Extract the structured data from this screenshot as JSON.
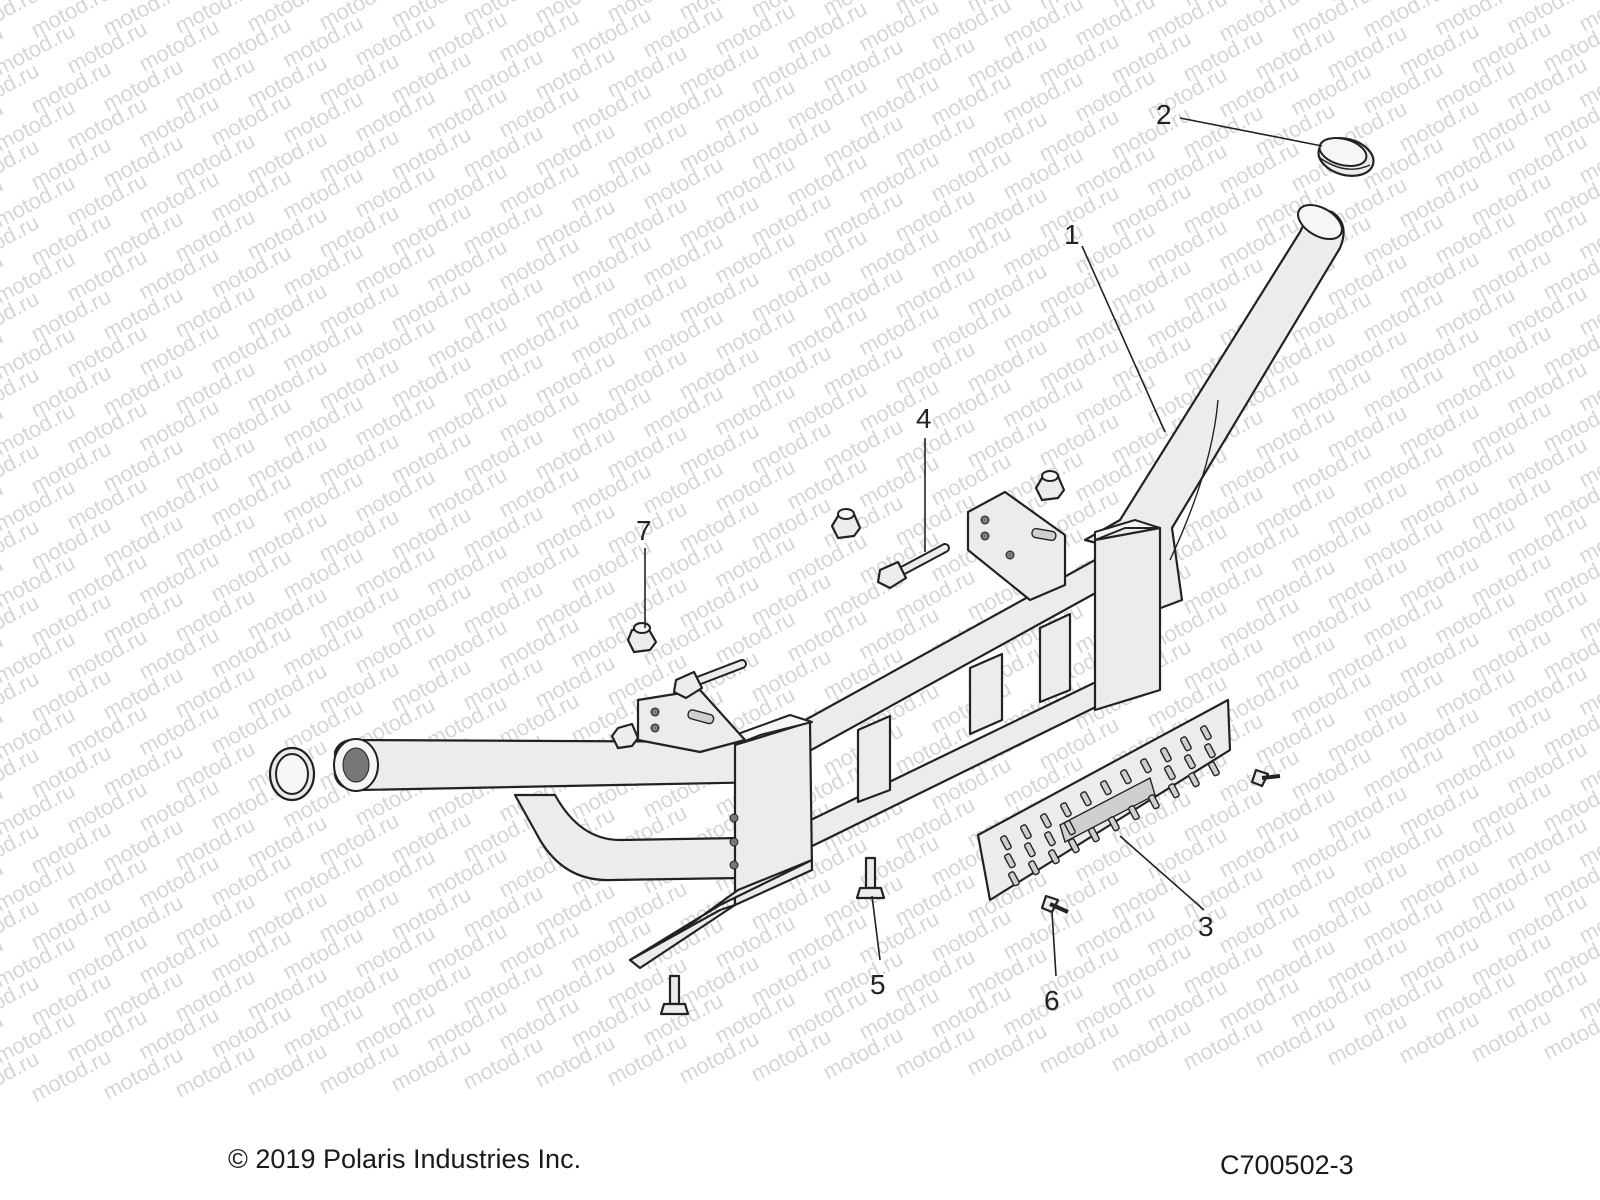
{
  "watermark": {
    "text": "motod.ru"
  },
  "diagram": {
    "callouts": [
      {
        "id": "1",
        "label": "1"
      },
      {
        "id": "2",
        "label": "2"
      },
      {
        "id": "3",
        "label": "3"
      },
      {
        "id": "4",
        "label": "4"
      },
      {
        "id": "5",
        "label": "5"
      },
      {
        "id": "6",
        "label": "6"
      },
      {
        "id": "7",
        "label": "7"
      }
    ]
  },
  "footer": {
    "copyright": "© 2019 Polaris Industries Inc.",
    "drawing_code": "C700502-3"
  }
}
